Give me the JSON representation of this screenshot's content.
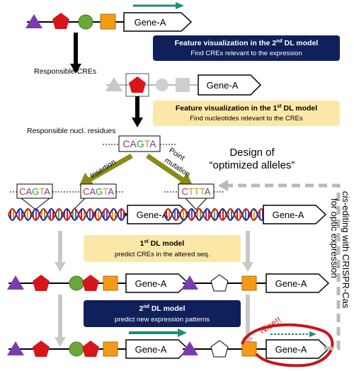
{
  "gene_label": "Gene-A",
  "box_2nd_feature": {
    "title": "Feature visualization in the 2nd DL model",
    "title_main": "Feature visualization in the 2",
    "title_sup": "nd",
    "title_tail": " DL model",
    "subtitle": "Find CREs relevant to the expression"
  },
  "box_1st_feature": {
    "title": "Feature visualization in the 1st DL model",
    "title_main": "Feature visualization in the 1",
    "title_sup": "st",
    "title_tail": " DL model",
    "subtitle": "Find nucleotides relevant to the CREs"
  },
  "labels": {
    "responsible_cres": "Responsible CREs",
    "responsible_residues": "Responsible nucl. residues",
    "insertion": "Insertion",
    "point_mutation_1": "Point",
    "point_mutation_2": "mutation",
    "design_1": "Design of",
    "design_2": "“optimized alleles”",
    "cis_editing_1": "cis-editing with CRISPR-Cas",
    "cis_editing_italic": "cis",
    "cis_editing_rest": "-editing with CRISPR-Cas",
    "cis_editing_2": "for optic expression",
    "nice": "Nice!!"
  },
  "sequences": {
    "main": "CAGTA",
    "insert_a": "CAGTA",
    "insert_b": "CAGTA",
    "mutated": "CTTTA"
  },
  "box_1st_model": {
    "title": "1st DL model",
    "title_main": "1",
    "title_sup": "st",
    "title_tail": " DL model",
    "subtitle": "predict CREs in the altered seq."
  },
  "box_2nd_model": {
    "title": "2nd DL model",
    "title_main": "2",
    "title_sup": "nd",
    "title_tail": " DL model",
    "subtitle": "predict new expression patterns"
  },
  "colors": {
    "dark_navy": "#10205a",
    "light_yellow": "#fbe8a8",
    "teal_arrow": "#1f8c7a",
    "olive_arrow": "#8a8a18",
    "purple": "#7a3bb0",
    "red": "#d8151b",
    "green": "#6aa83a",
    "orange": "#f49b16",
    "gray": "#b9b9b9",
    "nice_red": "#c8141b"
  },
  "nucleotide_colors": {
    "C": "#b03030",
    "A": "#6a3aa0",
    "G": "#2aa02a",
    "T": "#c09020"
  }
}
